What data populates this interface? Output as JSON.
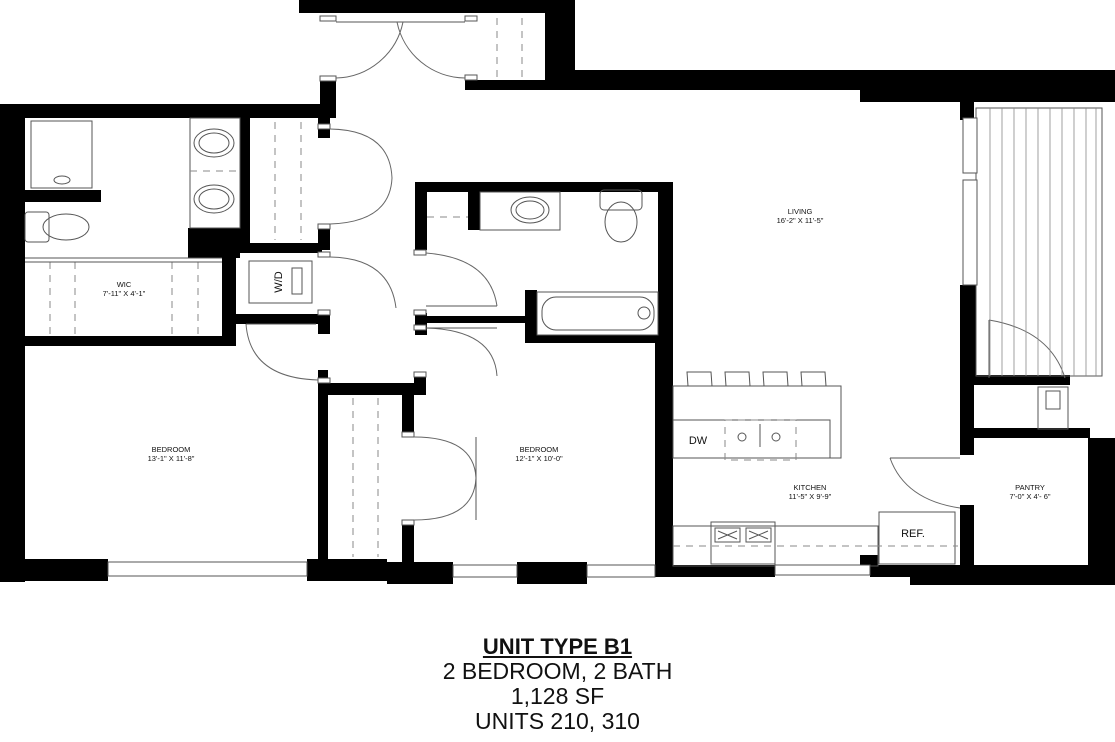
{
  "unit": {
    "title": "UNIT TYPE B1",
    "bed_bath": "2 BEDROOM, 2 BATH",
    "area": "1,128 SF",
    "units": "UNITS 210, 310"
  },
  "rooms": {
    "living": {
      "name": "LIVING",
      "dims": "16'-2\" X 11'-5\""
    },
    "wic": {
      "name": "WIC",
      "dims": "7'-11\" X 4'-1\""
    },
    "bedroom1": {
      "name": "BEDROOM",
      "dims": "13'-1\" X 11'-8\""
    },
    "bedroom2": {
      "name": "BEDROOM",
      "dims": "12'-1\" X 10'-0\""
    },
    "kitchen": {
      "name": "KITCHEN",
      "dims": "11'-5\" X 9'-9\""
    },
    "pantry": {
      "name": "PANTRY",
      "dims": "7'-0\" X 4'- 6\""
    }
  },
  "fixtures": {
    "washer_dryer": "W/D",
    "dishwasher": "DW",
    "refrigerator": "REF."
  },
  "icons": [
    "toilet-icon",
    "sink-icon",
    "bathtub-icon",
    "shower-icon",
    "range-icon",
    "door-swing-icon",
    "window-icon"
  ]
}
